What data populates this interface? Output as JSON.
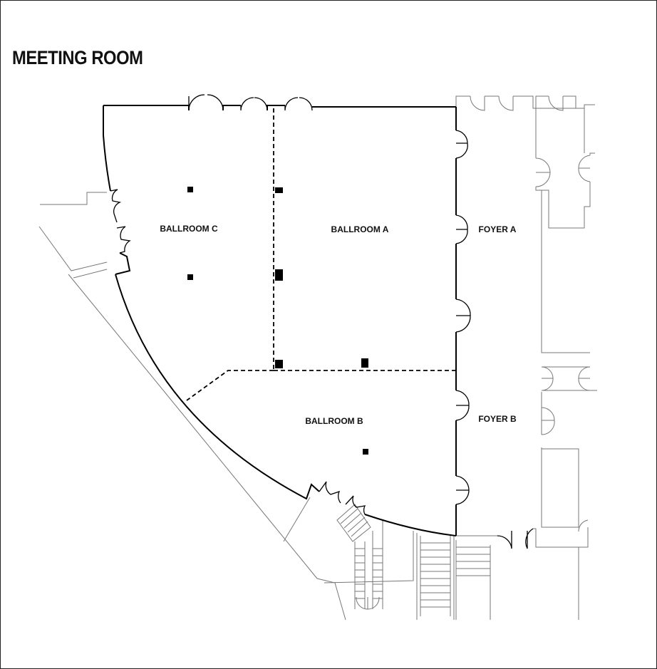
{
  "title": "MEETING ROOM",
  "rooms": {
    "ballroom_c": "BALLROOM C",
    "ballroom_a": "BALLROOM A",
    "ballroom_b": "BALLROOM B",
    "foyer_a": "FOYER A",
    "foyer_b": "FOYER B"
  },
  "colors": {
    "wall": "#000000",
    "outline": "#777777",
    "background": "#ffffff"
  }
}
